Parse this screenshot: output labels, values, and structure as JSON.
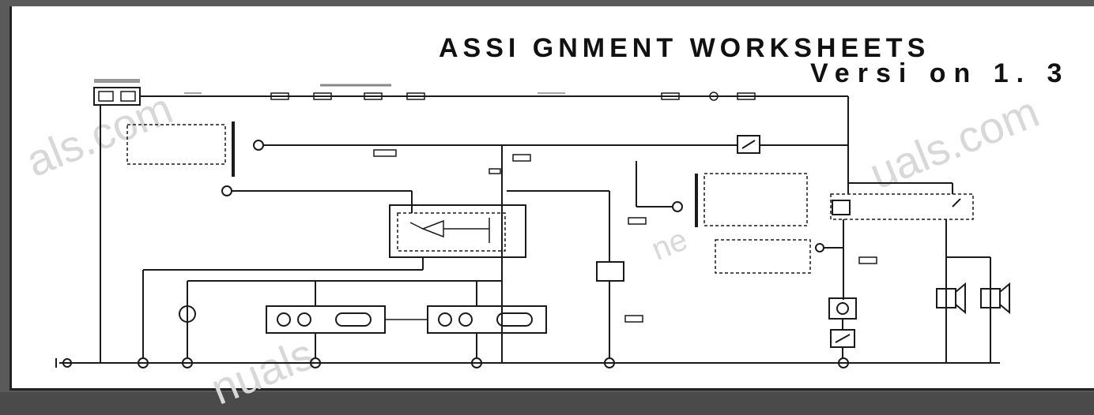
{
  "title_line1": "ASSI GNMENT WORKSHEETS",
  "title_line2": "Versi on 1. 3",
  "watermarks": [
    "als.com",
    "uals.com",
    "nuals",
    "ne"
  ],
  "colors": {
    "ink": "#1a1a1a",
    "paper": "#ffffff",
    "frame": "#5a5a5a",
    "watermark": "#d8d8d8"
  }
}
